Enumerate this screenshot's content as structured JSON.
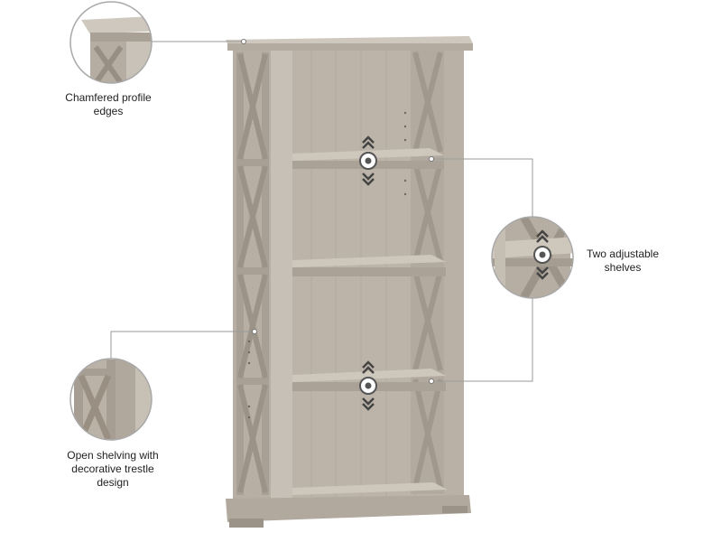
{
  "features": {
    "chamfered": "Chamfered profile\nedges",
    "shelves": "Two adjustable\nshelves",
    "trestle": "Open shelving with\ndecorative trestle\ndesign"
  },
  "colors": {
    "wood_light": "#c3bcb2",
    "wood_mid": "#aea69b",
    "wood_dark": "#8f877c",
    "back_panel": "#bab2a6",
    "callout_line": "#9a9a9a"
  },
  "icons": [
    "shelf-adjust-arrow-icon",
    "shelf-adjust-arrow-icon"
  ]
}
